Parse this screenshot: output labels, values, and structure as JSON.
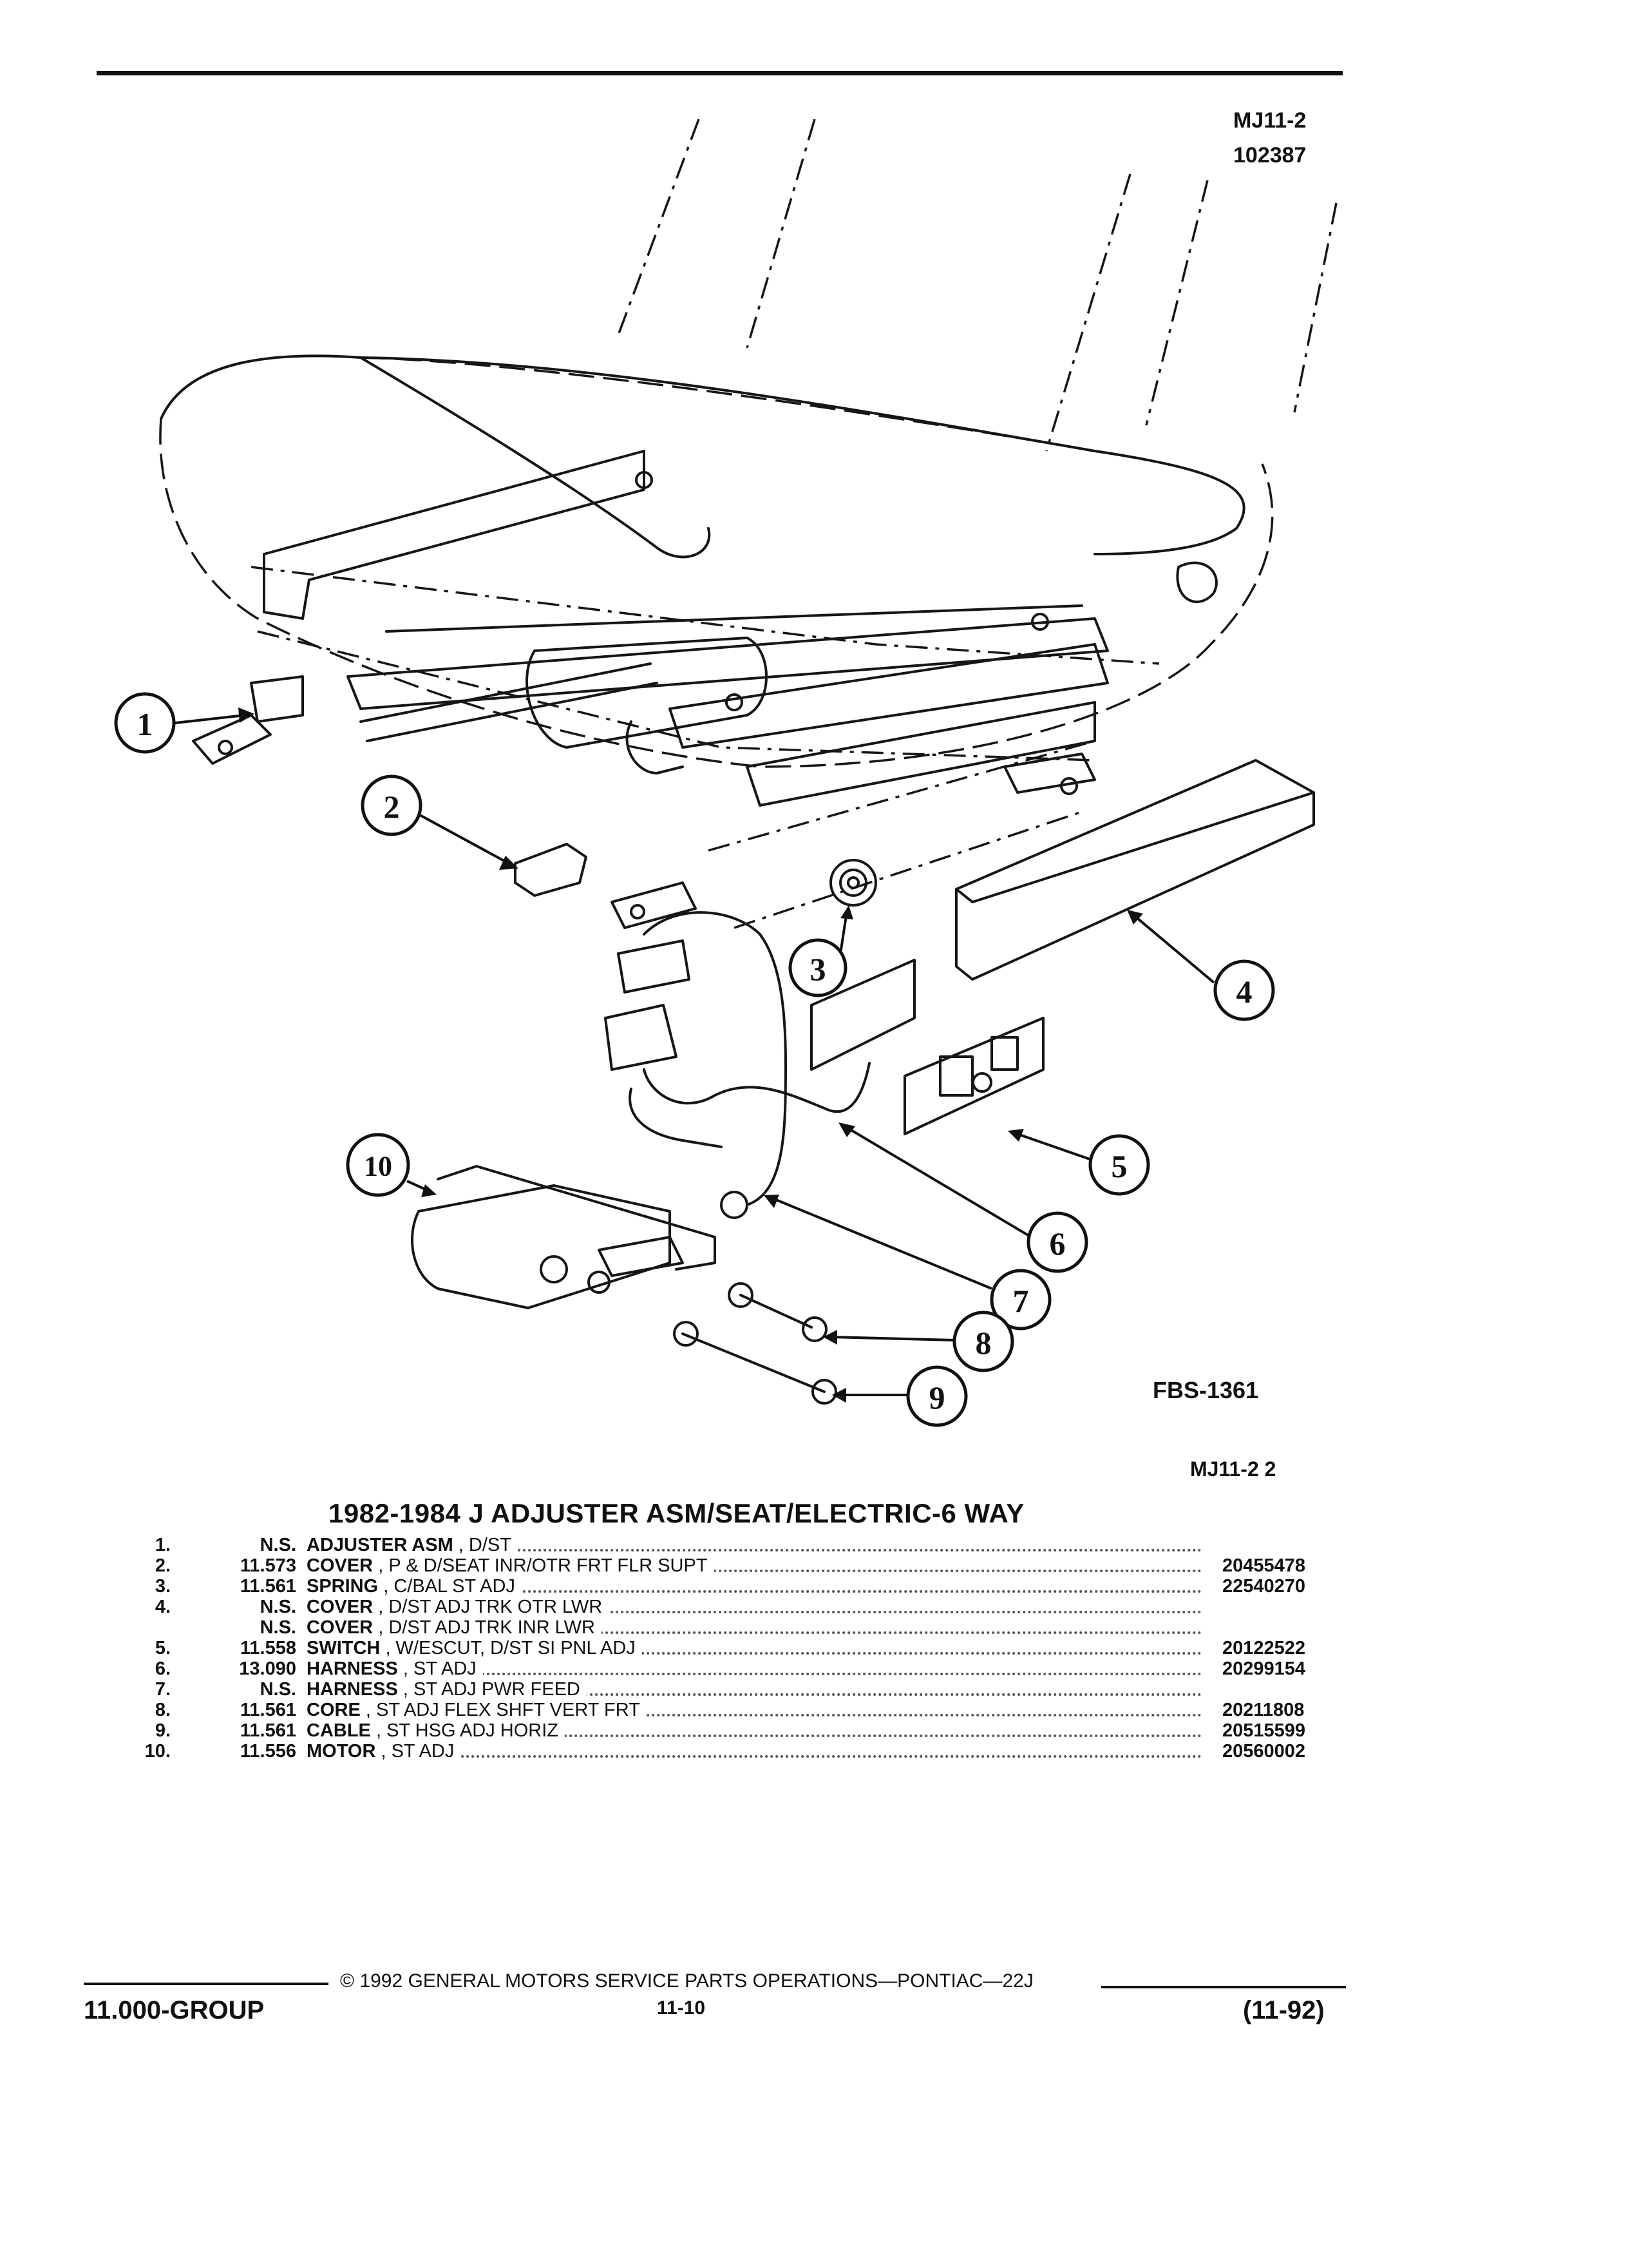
{
  "header": {
    "ref": "MJ11-2",
    "date_code": "102387"
  },
  "illustration": {
    "figure_id": "FBS-1361",
    "callouts": [
      "1",
      "2",
      "3",
      "4",
      "5",
      "6",
      "7",
      "8",
      "9",
      "10"
    ]
  },
  "section": {
    "code": "MJ11-2  2",
    "title": "1982-1984 J ADJUSTER ASM/SEAT/ELECTRIC-6 WAY"
  },
  "parts": [
    {
      "index": "1.",
      "group": "N.S.",
      "name": "ADJUSTER ASM",
      "detail": ", D/ST",
      "part_no": ""
    },
    {
      "index": "2.",
      "group": "11.573",
      "name": "COVER",
      "detail": ", P & D/SEAT INR/OTR FRT FLR SUPT",
      "part_no": "20455478"
    },
    {
      "index": "3.",
      "group": "11.561",
      "name": "SPRING",
      "detail": ", C/BAL ST ADJ",
      "part_no": "22540270"
    },
    {
      "index": "4.",
      "group": "N.S.",
      "name": "COVER",
      "detail": ", D/ST ADJ TRK OTR LWR",
      "part_no": ""
    },
    {
      "index": "",
      "group": "N.S.",
      "name": "COVER",
      "detail": ", D/ST ADJ TRK INR LWR",
      "part_no": ""
    },
    {
      "index": "5.",
      "group": "11.558",
      "name": "SWITCH",
      "detail": ", W/ESCUT, D/ST SI PNL ADJ",
      "part_no": "20122522"
    },
    {
      "index": "6.",
      "group": "13.090",
      "name": "HARNESS",
      "detail": ", ST ADJ",
      "part_no": "20299154"
    },
    {
      "index": "7.",
      "group": "N.S.",
      "name": "HARNESS",
      "detail": ", ST ADJ PWR FEED",
      "part_no": ""
    },
    {
      "index": "8.",
      "group": "11.561",
      "name": "CORE",
      "detail": ", ST ADJ FLEX SHFT VERT FRT",
      "part_no": "20211808"
    },
    {
      "index": "9.",
      "group": "11.561",
      "name": "CABLE",
      "detail": ", ST HSG ADJ HORIZ",
      "part_no": "20515599"
    },
    {
      "index": "10.",
      "group": "11.556",
      "name": "MOTOR",
      "detail": ", ST ADJ",
      "part_no": "20560002"
    }
  ],
  "footer": {
    "copyright": "© 1992  GENERAL MOTORS SERVICE PARTS OPERATIONS—PONTIAC—22J",
    "group": "11.000-GROUP",
    "page": "11-10",
    "revision": "(11-92)"
  }
}
